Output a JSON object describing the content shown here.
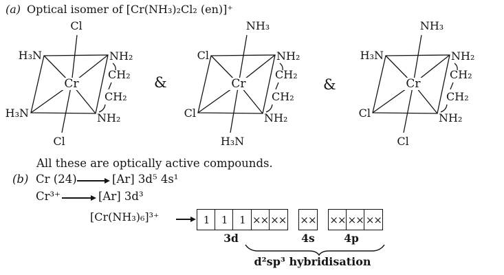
{
  "page": {
    "part_a_label": "(a)",
    "part_a_title": "Optical isomer of [Cr(NH₃)₂Cl₂ (en)]⁺",
    "ampersand": "&",
    "note": "All these are optically active compounds.",
    "part_b_label": "(b)"
  },
  "structures": [
    {
      "center": "Cr",
      "top": "Cl",
      "bottom": "Cl",
      "top_left": "H₃N",
      "bottom_left": "H₃N",
      "top_right": "NH₂",
      "bottom_right": "NH₂",
      "en_top": "CH₂",
      "en_bottom": "CH₂"
    },
    {
      "center": "Cr",
      "top": "NH₃",
      "bottom": "H₃N",
      "top_left": "Cl",
      "bottom_left": "Cl",
      "top_right": "NH₂",
      "bottom_right": "NH₂",
      "en_top": "CH₂",
      "en_bottom": "CH₂"
    },
    {
      "center": "Cr",
      "top": "NH₃",
      "bottom": "Cl",
      "top_left": "H₃N",
      "bottom_left": "Cl",
      "top_right": "NH₂",
      "bottom_right": "NH₂",
      "en_top": "CH₂",
      "en_bottom": "CH₂"
    }
  ],
  "part_b": {
    "line1_species": "Cr (24)",
    "line1_config": "[Ar] 3d⁵ 4s¹",
    "line2_species": "Cr³⁺",
    "line2_config": "[Ar] 3d³",
    "complex": "[Cr(NH₃)₆]³⁺",
    "d_label": "3d",
    "s_label": "4s",
    "p_label": "4p",
    "d_boxes": [
      "1",
      "1",
      "1",
      "××",
      "××"
    ],
    "s_boxes": [
      "××"
    ],
    "p_boxes": [
      "××",
      "××",
      "××"
    ],
    "brace_label": "d²sp³ hybridisation"
  }
}
